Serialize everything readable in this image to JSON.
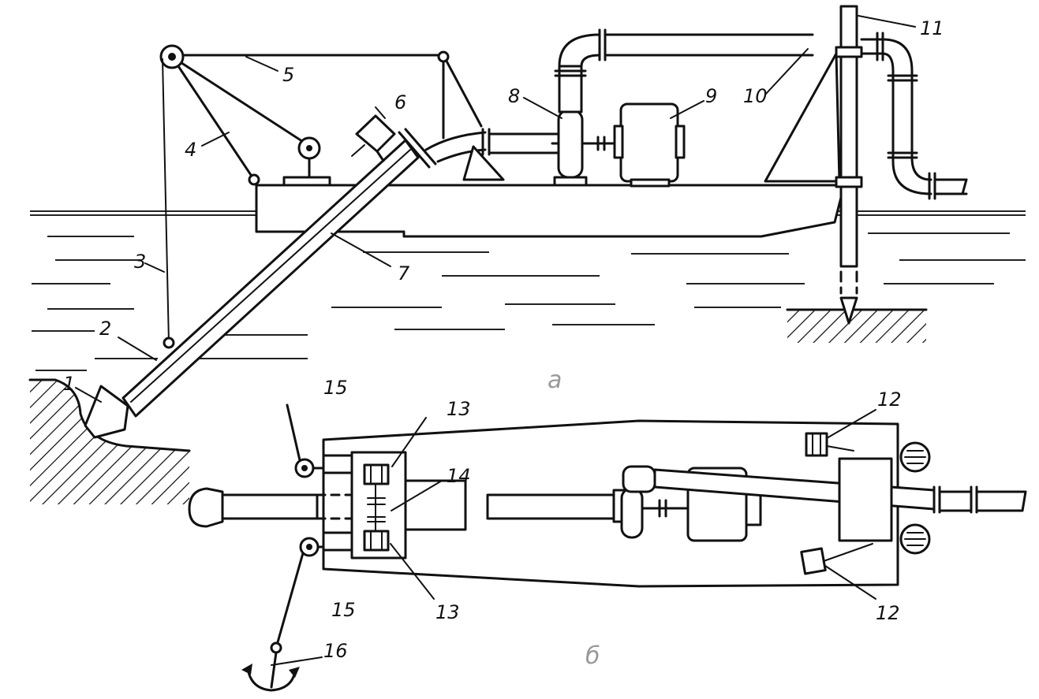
{
  "figure": {
    "caption_a": "а",
    "caption_b": "б",
    "labels": [
      "1",
      "2",
      "3",
      "4",
      "5",
      "6",
      "7",
      "8",
      "9",
      "10",
      "11",
      "12",
      "12",
      "13",
      "13",
      "14",
      "15",
      "15",
      "16"
    ]
  }
}
